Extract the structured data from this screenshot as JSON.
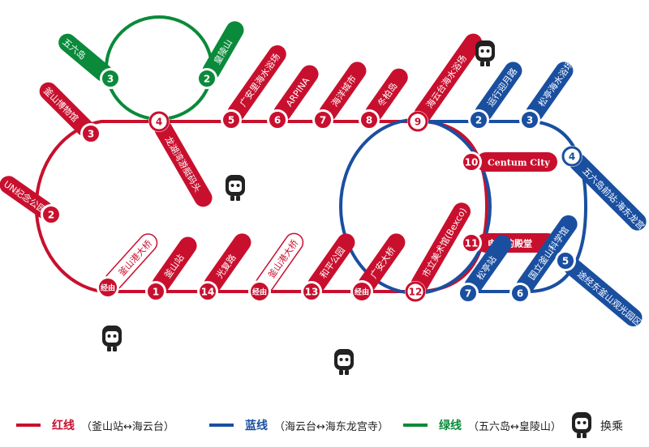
{
  "colors": {
    "red": "#c8102e",
    "blue": "#1a4fa0",
    "green": "#0a8a3a"
  },
  "stations": {
    "r1": {
      "num": "1",
      "name": "釜山站"
    },
    "r2": {
      "num": "2",
      "name": "UN纪念公园"
    },
    "r3": {
      "num": "3",
      "name": "釜山博物馆"
    },
    "r4": {
      "num": "4",
      "name": "龙湖湾游艇码头"
    },
    "r5": {
      "num": "5",
      "name": "广安里海水浴场"
    },
    "r6": {
      "num": "6",
      "name": "ARPINA"
    },
    "r7": {
      "num": "7",
      "name": "海洋城市"
    },
    "r8": {
      "num": "8",
      "name": "冬柏岛"
    },
    "r9": {
      "num": "9",
      "name": "海云台海水浴场"
    },
    "r10": {
      "num": "10",
      "name": "Centum City"
    },
    "r11": {
      "num": "11",
      "name": "电影的殿堂"
    },
    "r12": {
      "num": "12",
      "name": "市立美术馆(Bexco)"
    },
    "r13": {
      "num": "13",
      "name": "和平公园"
    },
    "r14": {
      "num": "14",
      "name": "光复路"
    },
    "via1": {
      "num": "经由",
      "name": "釜山港大桥"
    },
    "via2": {
      "num": "经由",
      "name": "釜山港大桥"
    },
    "via3": {
      "num": "经由",
      "name": "广安大桥"
    },
    "b2": {
      "num": "2",
      "name": "运行迎月路"
    },
    "b3": {
      "num": "3",
      "name": "松亭海水浴场"
    },
    "b4": {
      "num": "4",
      "name": "五六岛前站·海东龙宫寺"
    },
    "b5": {
      "num": "5",
      "name": "途经东釜山观光园区"
    },
    "b6": {
      "num": "6",
      "name": "国立釜山科学馆"
    },
    "b7": {
      "num": "7",
      "name": "松亭站"
    },
    "g2": {
      "num": "2",
      "name": "皇陵山"
    },
    "g3": {
      "num": "3",
      "name": "五六岛"
    }
  },
  "legend": {
    "red": {
      "name": "红线",
      "route": "（釜山站↔海云台）"
    },
    "blue": {
      "name": "蓝线",
      "route": "（海云台↔海东龙宫寺）"
    },
    "green": {
      "name": "绿线",
      "route": "（五六岛↔皇陵山）"
    },
    "transfer": "换乘"
  }
}
